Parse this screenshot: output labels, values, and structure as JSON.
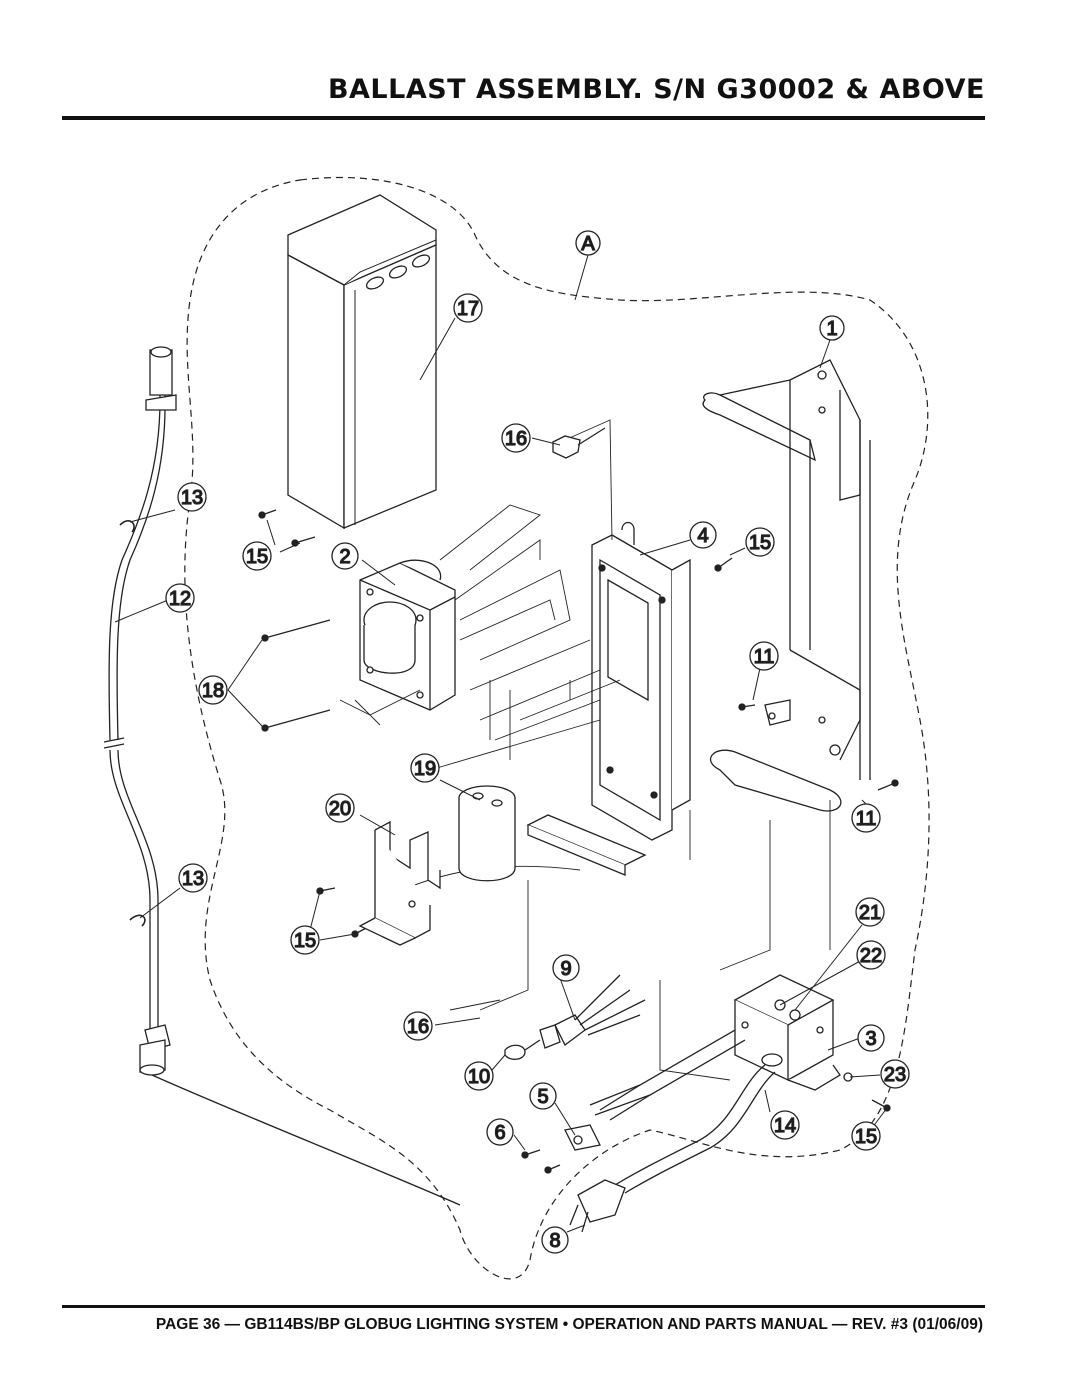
{
  "title": "BALLAST ASSEMBLY. S/N G30002 & ABOVE",
  "footer": "PAGE 36 — GB114BS/BP GLOBUG LIGHTING SYSTEM • OPERATION AND PARTS MANUAL — REV. #3 (01/06/09)",
  "callouts": {
    "A": "A",
    "c17": "17",
    "c1": "1",
    "c16a": "16",
    "c13a": "13",
    "c4": "4",
    "c15a": "15",
    "c15b": "15",
    "c2": "2",
    "c12": "12",
    "c11a": "11",
    "c18": "18",
    "c19": "19",
    "c20": "20",
    "c11b": "11",
    "c13b": "13",
    "c21": "21",
    "c15c": "15",
    "c9": "9",
    "c22": "22",
    "c16b": "16",
    "c3": "3",
    "c10": "10",
    "c23": "23",
    "c5": "5",
    "c6": "6",
    "c14": "14",
    "c15d": "15",
    "c8": "8"
  }
}
